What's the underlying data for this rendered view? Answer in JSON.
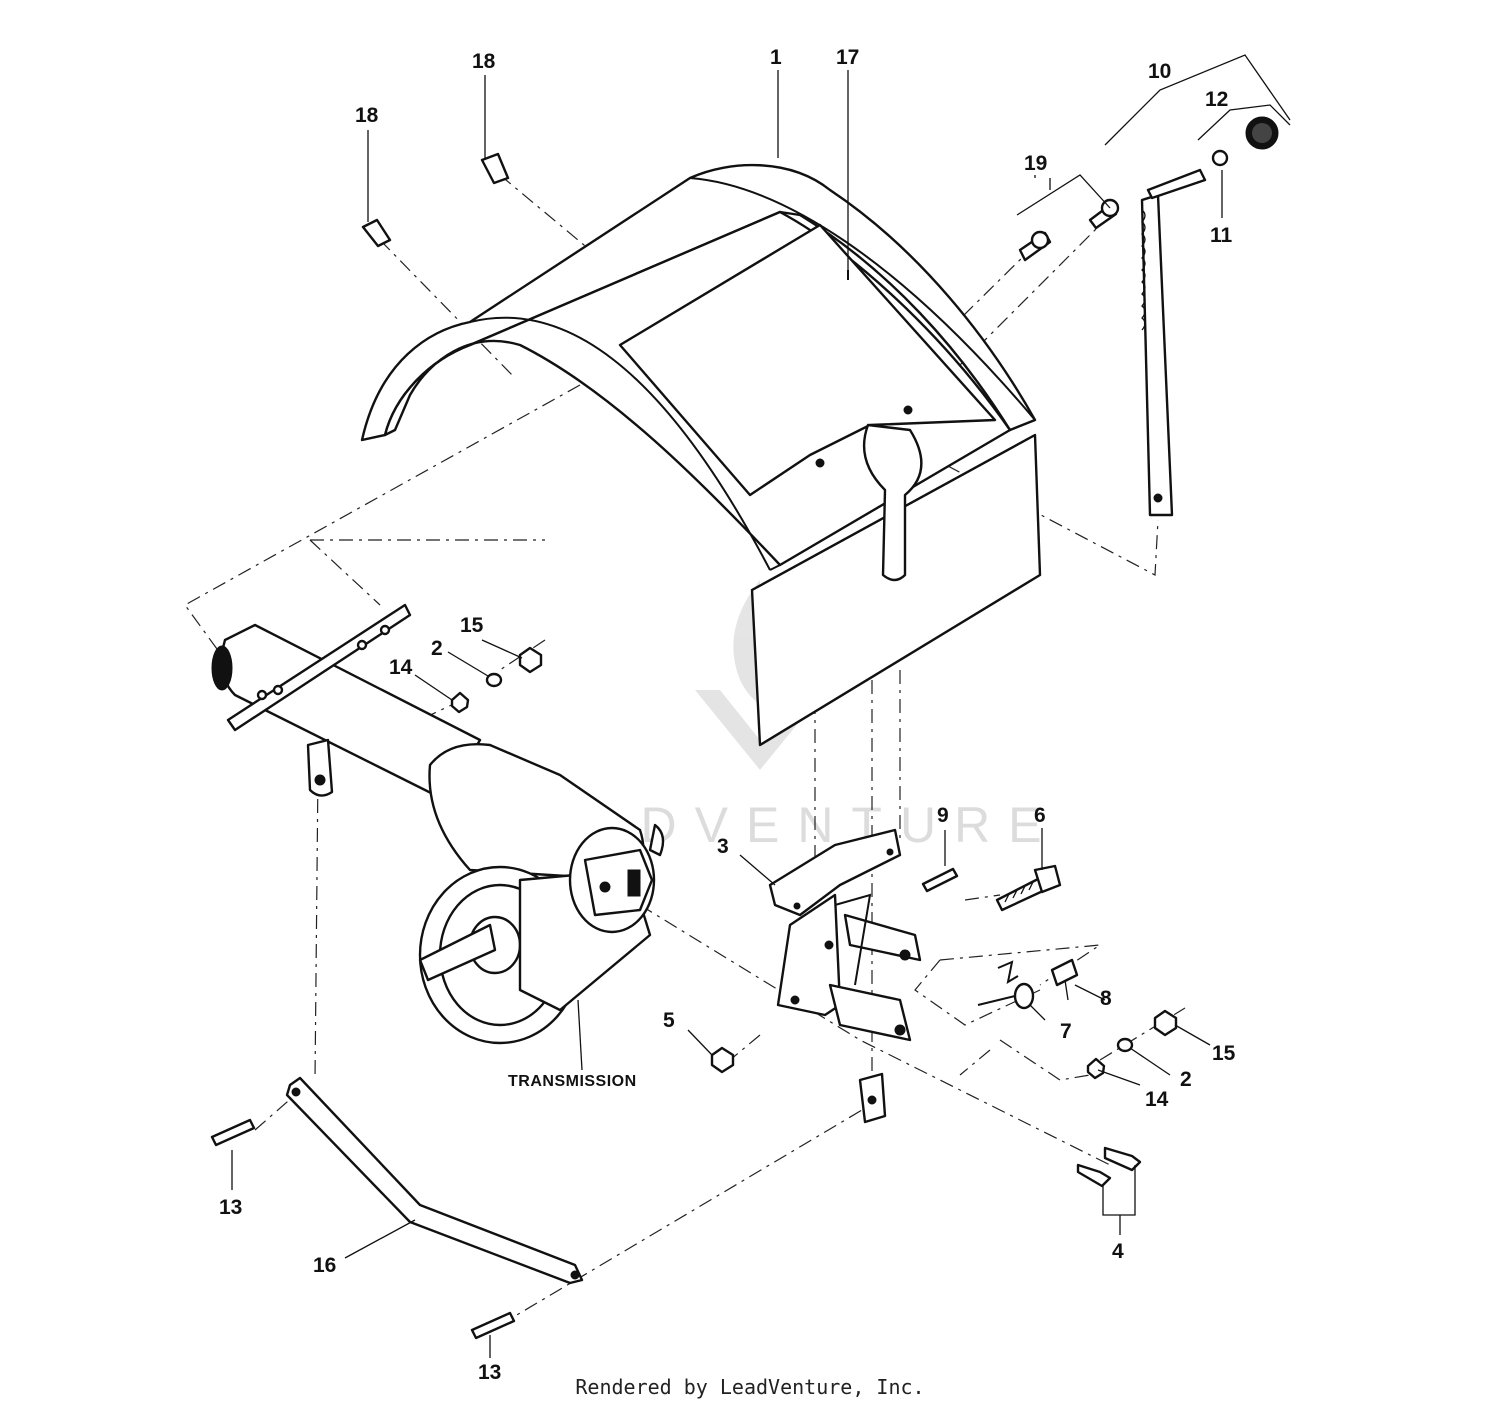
{
  "callouts": {
    "c1": "1",
    "c2a": "2",
    "c2b": "2",
    "c3": "3",
    "c4": "4",
    "c5": "5",
    "c6": "6",
    "c7": "7",
    "c8": "8",
    "c9": "9",
    "c10": "10",
    "c11": "11",
    "c12": "12",
    "c13a": "13",
    "c13b": "13",
    "c14a": "14",
    "c14b": "14",
    "c15a": "15",
    "c15b": "15",
    "c16": "16",
    "c17": "17",
    "c18a": "18",
    "c18b": "18",
    "c19": "19"
  },
  "transmission_label": "TRANSMISSION",
  "watermark": "LEADVENTURE",
  "credit": "Rendered by LeadVenture, Inc.",
  "colors": {
    "line": "#111111",
    "watermark": "#d9d9d9",
    "background": "#ffffff"
  }
}
